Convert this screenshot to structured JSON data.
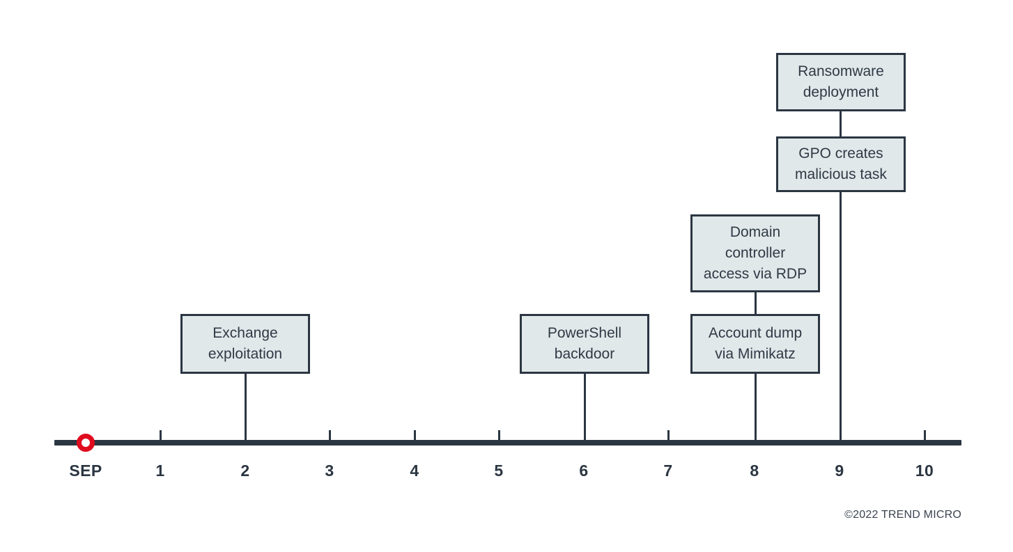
{
  "chart_data": {
    "type": "timeline",
    "title": "",
    "xlabel": "",
    "ylabel": "",
    "axis": {
      "orientation": "horizontal",
      "start_label": "SEP",
      "tick_labels": [
        "SEP",
        "1",
        "2",
        "3",
        "4",
        "5",
        "6",
        "7",
        "8",
        "9",
        "10"
      ],
      "tick_values": [
        0,
        1,
        2,
        3,
        4,
        5,
        6,
        7,
        8,
        9,
        10
      ],
      "major_tick_days": [
        2,
        6,
        8,
        9
      ],
      "color": "#2b3642",
      "grid": false,
      "legend": "none"
    },
    "start_marker": {
      "day_label": "SEP",
      "shape": "ring",
      "color": "#e00b1e"
    },
    "events": [
      {
        "day": 2,
        "stack_index": 0,
        "label": "Exchange\nexploitation",
        "line1": "Exchange",
        "line2": "exploitation"
      },
      {
        "day": 6,
        "stack_index": 0,
        "label": "PowerShell\nbackdoor",
        "line1": "PowerShell",
        "line2": "backdoor"
      },
      {
        "day": 8,
        "stack_index": 0,
        "label": "Account dump\nvia Mimikatz",
        "line1": "Account dump",
        "line2": "via Mimikatz"
      },
      {
        "day": 8,
        "stack_index": 1,
        "label": "Domain\ncontroller\naccess via RDP",
        "line1": "Domain",
        "line2": "controller",
        "line3": "access via RDP"
      },
      {
        "day": 9,
        "stack_index": 0,
        "label": "GPO creates\nmalicious task",
        "line1": "GPO creates",
        "line2": "malicious task"
      },
      {
        "day": 9,
        "stack_index": 1,
        "label": "Ransomware\ndeployment",
        "line1": "Ransomware",
        "line2": "deployment"
      }
    ],
    "colors": {
      "box_fill": "#e1e8ea",
      "box_border": "#2b3642",
      "text": "#2f3a45",
      "accent": "#e00b1e",
      "background": "#ffffff"
    }
  },
  "footer": {
    "copyright": "©2022 TREND MICRO"
  }
}
